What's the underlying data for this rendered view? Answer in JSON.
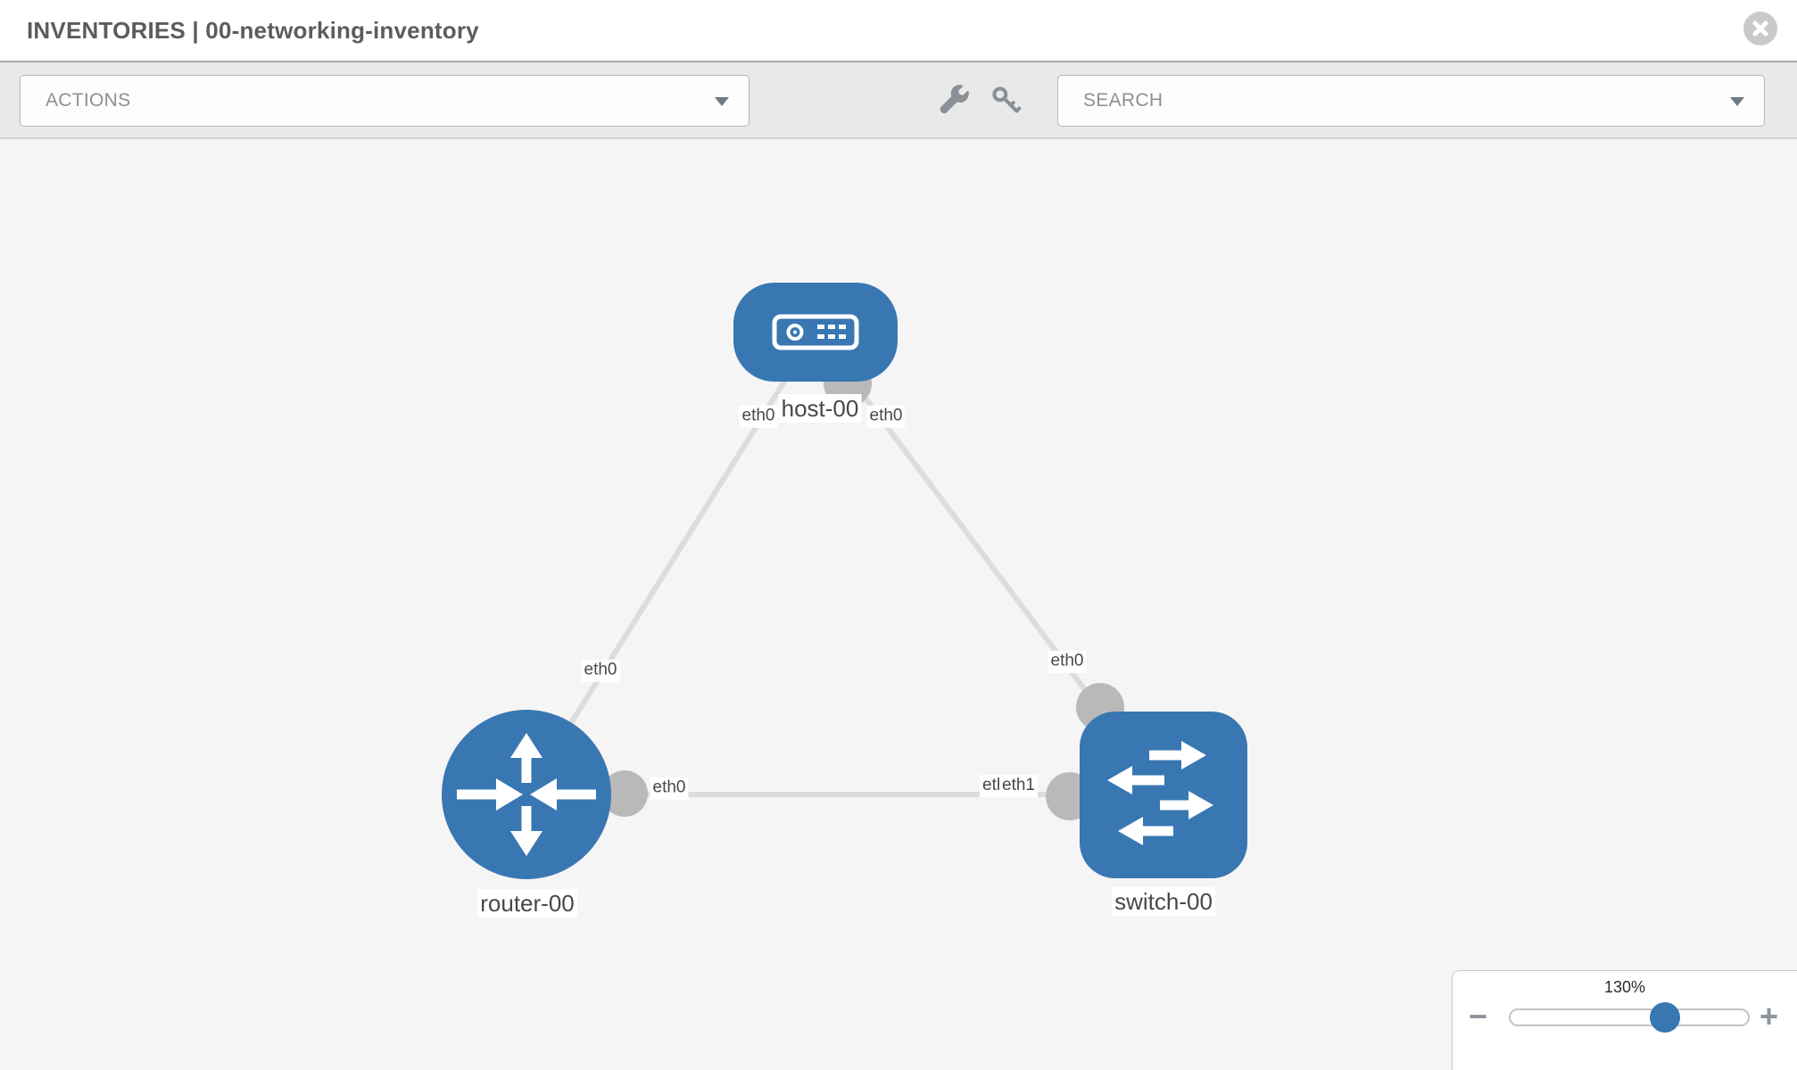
{
  "header": {
    "title": "INVENTORIES | 00-networking-inventory"
  },
  "toolbar": {
    "actions": {
      "value": "ACTIONS"
    },
    "search": {
      "placeholder": "SEARCH"
    },
    "icons": [
      "wrench-icon",
      "key-icon"
    ]
  },
  "topology": {
    "nodes": [
      {
        "id": "host-00",
        "type": "host",
        "label": "host-00"
      },
      {
        "id": "router-00",
        "type": "router",
        "label": "router-00"
      },
      {
        "id": "switch-00",
        "type": "switch",
        "label": "switch-00"
      }
    ],
    "links": [
      {
        "from": "host-00",
        "to": "router-00",
        "from_interface": "eth0",
        "to_interface": "eth0"
      },
      {
        "from": "host-00",
        "to": "switch-00",
        "from_interface": "eth0",
        "to_interface": "eth0"
      },
      {
        "from": "router-00",
        "to": "switch-00",
        "from_interface": "eth0",
        "to_interface": "eth1"
      }
    ],
    "interface_labels": {
      "host_left": "eth0",
      "host_right": "eth0",
      "link_host_router": "eth0",
      "link_host_switch": "eth0",
      "router_right": "eth0",
      "switch_left_under": "eth0",
      "switch_left_over": "eth1"
    }
  },
  "zoom_control": {
    "level": "130%",
    "minus": "−",
    "plus": "+"
  },
  "colors": {
    "node_blue": "#3877b2",
    "port_gray": "#b9b9b9",
    "link_gray": "#dcdcdc",
    "canvas_bg": "#f5f5f5"
  }
}
